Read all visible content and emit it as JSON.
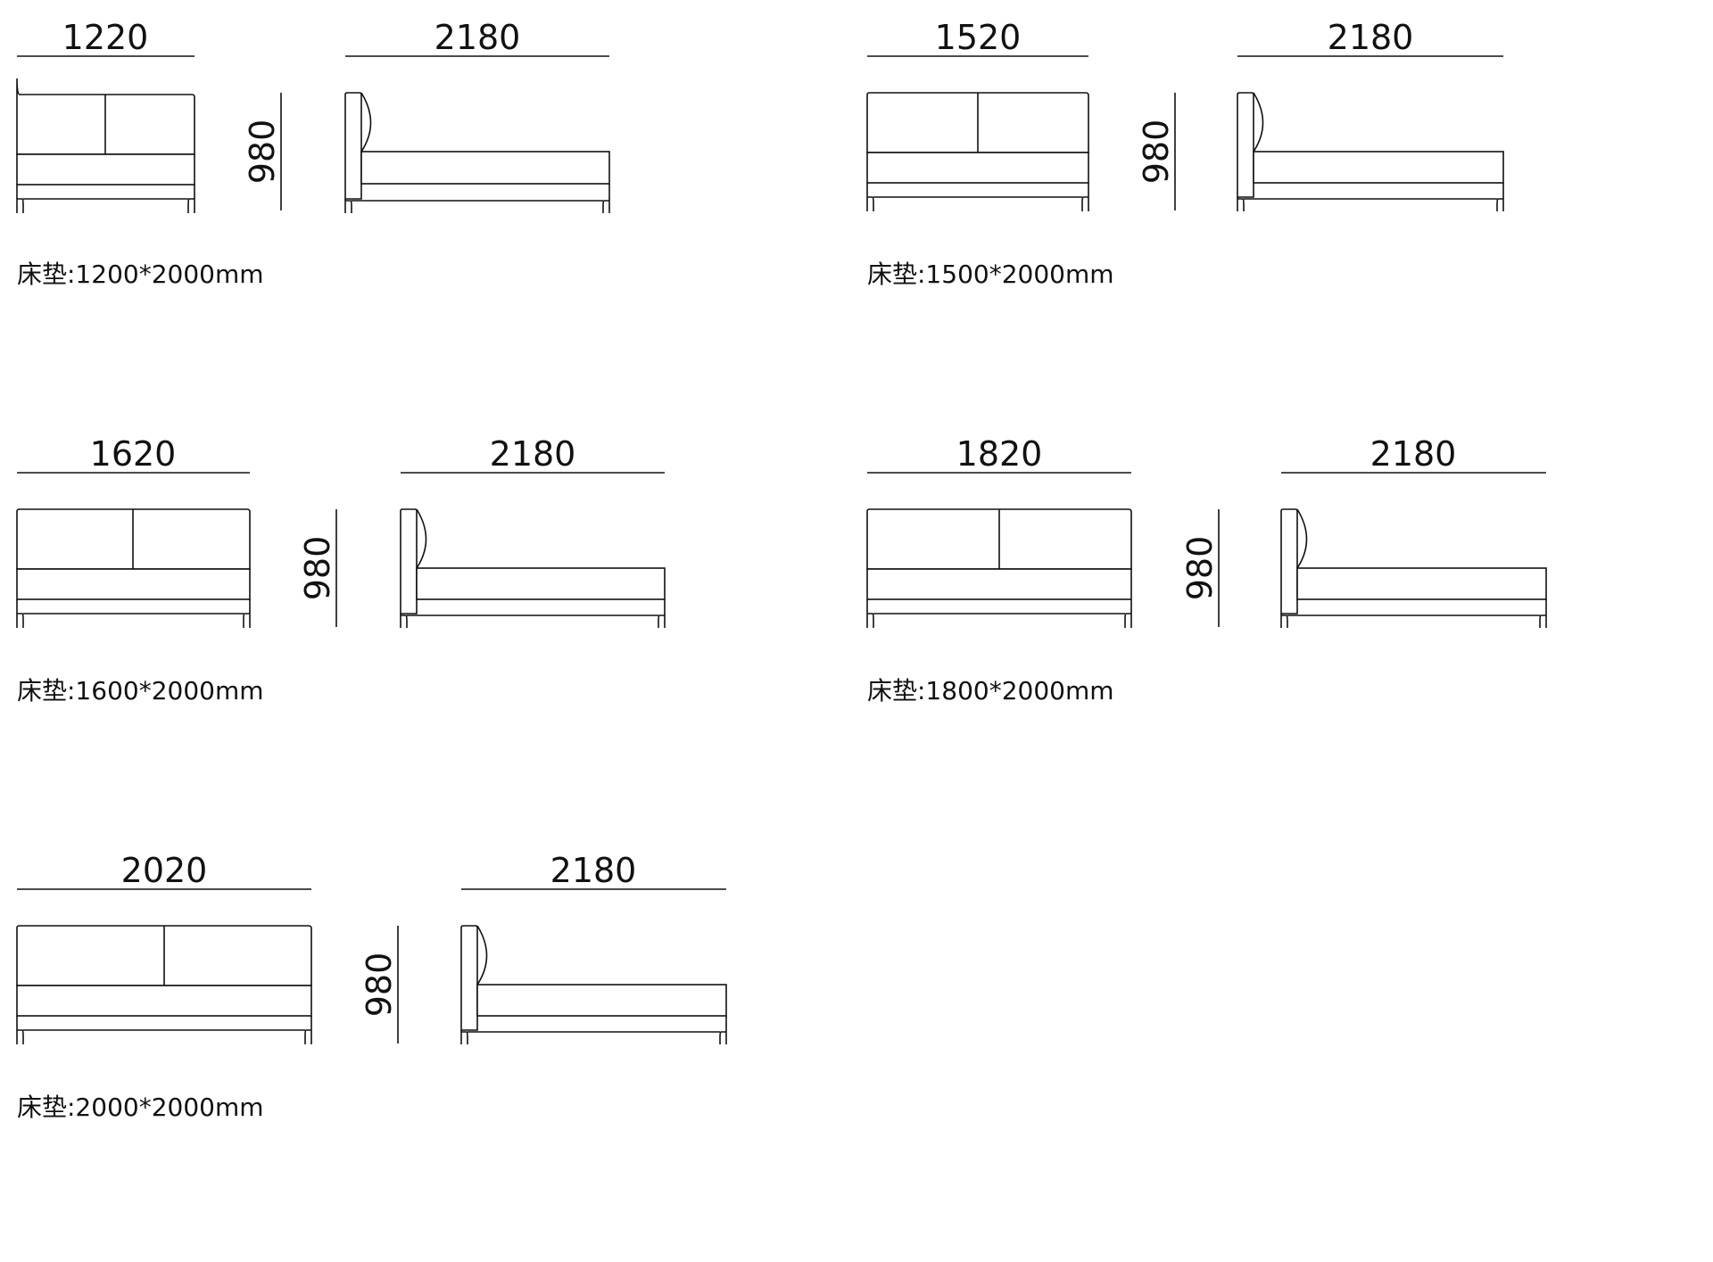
{
  "variants": [
    {
      "id": "v1200",
      "front_width": "1220",
      "side_length": "2180",
      "height": "980",
      "mattress_label": "床垫:1200*2000mm"
    },
    {
      "id": "v1500",
      "front_width": "1520",
      "side_length": "2180",
      "height": "980",
      "mattress_label": "床垫:1500*2000mm"
    },
    {
      "id": "v1600",
      "front_width": "1620",
      "side_length": "2180",
      "height": "980",
      "mattress_label": "床垫:1600*2000mm"
    },
    {
      "id": "v1800",
      "front_width": "1820",
      "side_length": "2180",
      "height": "980",
      "mattress_label": "床垫:1800*2000mm"
    },
    {
      "id": "v2000",
      "front_width": "2020",
      "side_length": "2180",
      "height": "980",
      "mattress_label": "床垫:2000*2000mm"
    }
  ],
  "colors": {
    "line": "#111111",
    "background": "#ffffff"
  }
}
